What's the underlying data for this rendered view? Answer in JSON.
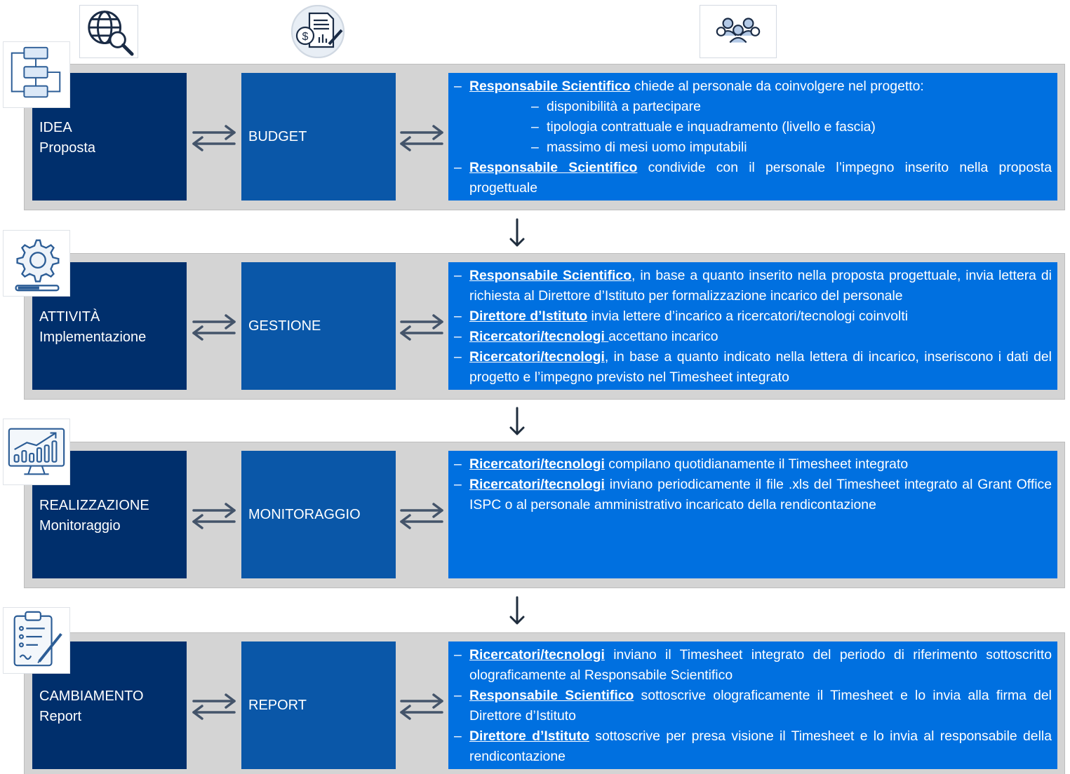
{
  "icons": {
    "top": [
      "globe-search-icon",
      "budget-document-icon",
      "people-group-icon"
    ],
    "side": [
      "flowchart-icon",
      "gear-progress-icon",
      "chart-monitor-icon",
      "clipboard-checklist-icon"
    ]
  },
  "colors": {
    "band": "#d4d4d4",
    "phase_box": "#002f6c",
    "middle_box": "#0a57a8",
    "detail_box": "#0070e0",
    "arrow": "#44546a"
  },
  "rows": [
    {
      "phase": {
        "line1": "IDEA",
        "line2": "Proposta"
      },
      "middle": "BUDGET",
      "items": [
        {
          "actor": "Responsabile Scientifico",
          "text": " chiede al personale da coinvolgere nel progetto:"
        },
        {
          "sub": "disponibilità a partecipare"
        },
        {
          "sub": "tipologia contrattuale e inquadramento (livello e fascia)"
        },
        {
          "sub": "massimo di mesi uomo imputabili"
        },
        {
          "actor": "Responsabile Scientifico",
          "text": " condivide con il personale l’impegno inserito nella proposta progettuale"
        }
      ]
    },
    {
      "phase": {
        "line1": "ATTIVITÀ",
        "line2": "Implementazione"
      },
      "middle": "GESTIONE",
      "items": [
        {
          "actor": "Responsabile Scientifico",
          "text": ", in base a quanto inserito nella proposta progettuale, invia lettera di richiesta al Direttore d’Istituto per formalizzazione incarico del personale"
        },
        {
          "actor": "Direttore d’Istituto",
          "text": " invia lettere d’incarico a ricercatori/tecnologi coinvolti"
        },
        {
          "actor": "Ricercatori/tecnologi ",
          "text": "accettano incarico"
        },
        {
          "actor": "Ricercatori/tecnologi",
          "text": ", in base a quanto indicato nella lettera di incarico, inseriscono i dati del progetto e l’impegno previsto nel Timesheet integrato"
        }
      ]
    },
    {
      "phase": {
        "line1": "REALIZZAZIONE",
        "line2": "Monitoraggio"
      },
      "middle": "MONITORAGGIO",
      "items": [
        {
          "actor": "Ricercatori/tecnologi",
          "text": " compilano quotidianamente il Timesheet integrato"
        },
        {
          "actor": "Ricercatori/tecnologi",
          "text": " inviano periodicamente il file .xls del Timesheet integrato al Grant Office ISPC o al personale amministrativo incaricato della rendicontazione"
        }
      ]
    },
    {
      "phase": {
        "line1": "CAMBIAMENTO",
        "line2": "Report"
      },
      "middle": "REPORT",
      "items": [
        {
          "actor": "Ricercatori/tecnologi",
          "text": " inviano il Timesheet integrato del periodo di riferimento sottoscritto olograficamente al Responsabile Scientifico"
        },
        {
          "actor": "Responsabile Scientifico",
          "text": " sottoscrive olograficamente il Timesheet e lo invia alla firma del Direttore d’Istituto"
        },
        {
          "actor": "Direttore d’Istituto",
          "text": " sottoscrive per presa visione il Timesheet e lo invia al responsabile della rendicontazione"
        }
      ]
    }
  ]
}
